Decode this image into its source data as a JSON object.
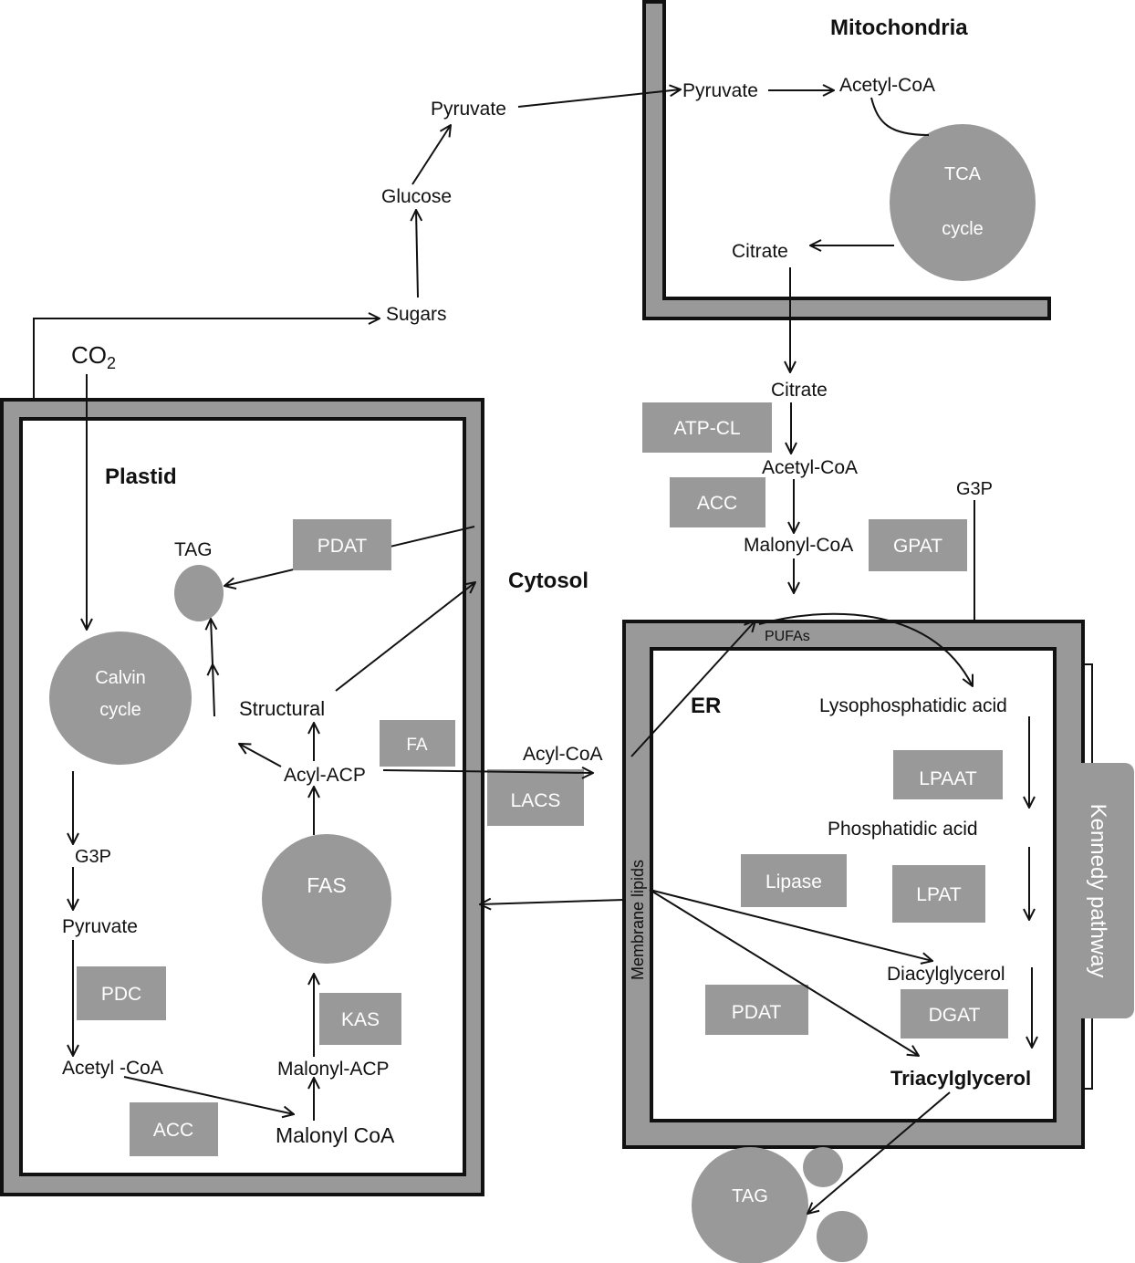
{
  "colors": {
    "membrane": "#999999",
    "outline": "#111111",
    "enzyme_box": "#999999",
    "enzyme_text": "#ffffff",
    "background": "#ffffff"
  },
  "compartments": {
    "mitochondria": "Mitochondria",
    "plastid": "Plastid",
    "cytosol": "Cytosol",
    "er": "ER",
    "kennedy": "Kennedy pathway",
    "membrane_lipids": "Membrane lipids"
  },
  "cycles": {
    "tca_line1": "TCA",
    "tca_line2": "cycle",
    "calvin_line1": "Calvin",
    "calvin_line2": "cycle",
    "fas": "FAS",
    "tag_plastid": "TAG",
    "tag_bottom": "TAG"
  },
  "enzymes": {
    "atp_cl": "ATP-CL",
    "acc_cytosol": "ACC",
    "gpat": "GPAT",
    "pdat_plastid": "PDAT",
    "fa": "FA",
    "lacs": "LACS",
    "lpaat": "LPAAT",
    "lipase": "Lipase",
    "lpat": "LPAT",
    "pdat_er": "PDAT",
    "dgat": "DGAT",
    "pdc": "PDC",
    "kas": "KAS",
    "acc_plastid": "ACC"
  },
  "metabolites": {
    "pyruvate_cyt": "Pyruvate",
    "glucose": "Glucose",
    "sugars": "Sugars",
    "co2": "CO",
    "co2_sub": "2",
    "pyruvate_mito": "Pyruvate",
    "acetyl_coa_mito": "Acetyl-CoA",
    "citrate_mito": "Citrate",
    "citrate_cyt": "Citrate",
    "acetyl_coa_cyt": "Acetyl-CoA",
    "malonyl_coa_cyt": "Malonyl-CoA",
    "g3p_cyt": "G3P",
    "pufas": "PUFAs",
    "lysophosphatidic": "Lysophosphatidic acid",
    "phosphatidic": "Phosphatidic acid",
    "diacylglycerol": "Diacylglycerol",
    "triacylglycerol": "Triacylglycerol",
    "acyl_coa": "Acyl-CoA",
    "tag_label_plastid": "TAG",
    "structural": "Structural",
    "acyl_acp": "Acyl-ACP",
    "g3p_plastid": "G3P",
    "pyruvate_plastid": "Pyruvate",
    "acetyl_coa_plastid": "Acetyl -CoA",
    "malonyl_acp": "Malonyl-ACP",
    "malonyl_coa_plastid": "Malonyl CoA"
  }
}
